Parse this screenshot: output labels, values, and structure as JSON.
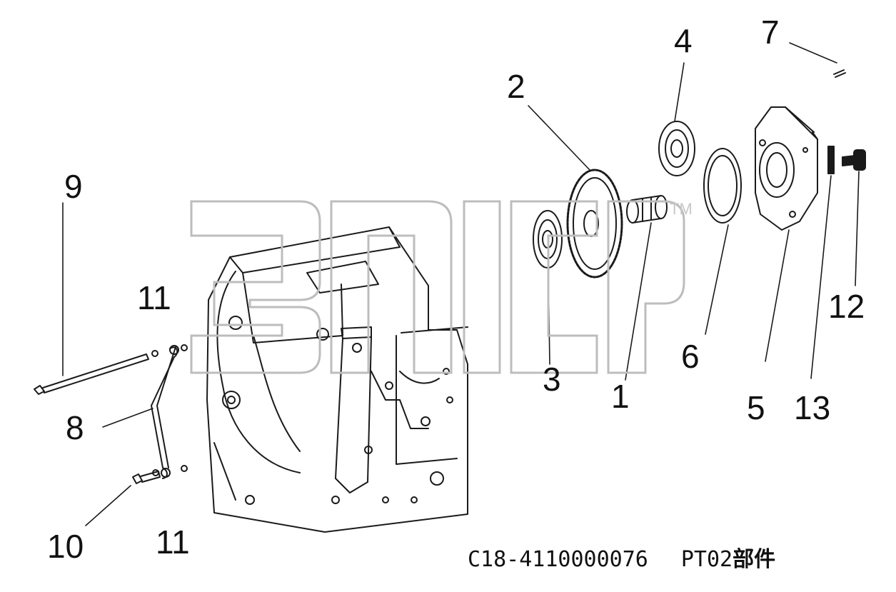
{
  "callouts": {
    "p1": "1",
    "p2": "2",
    "p3": "3",
    "p4": "4",
    "p5": "5",
    "p6": "6",
    "p7": "7",
    "p8": "8",
    "p9": "9",
    "p10": "10",
    "p11a": "11",
    "p11b": "11",
    "p12": "12",
    "p13": "13"
  },
  "caption": {
    "code": "C18-4110000076",
    "model": "PT02",
    "suffix": "部件"
  },
  "watermark": {
    "tm": "TM"
  },
  "colors": {
    "line": "#1a1a1a",
    "watermark": "#bdbdbd"
  }
}
